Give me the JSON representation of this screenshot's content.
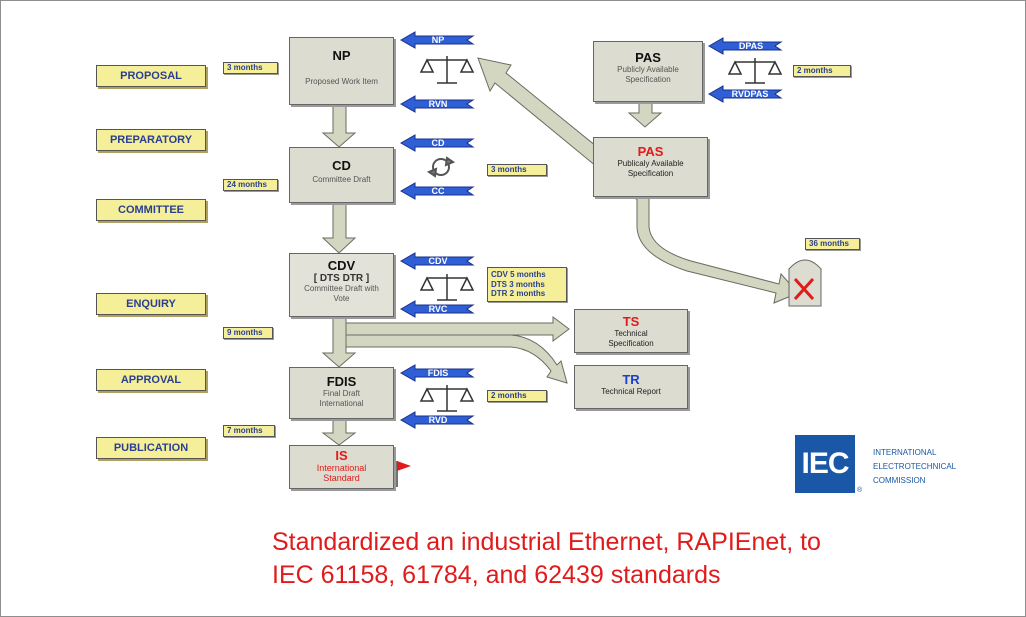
{
  "stages": [
    "PROPOSAL",
    "PREPARATORY",
    "COMMITTEE",
    "ENQUIRY",
    "APPROVAL",
    "PUBLICATION"
  ],
  "durations": {
    "np": "3 months",
    "cd_main": "24 months",
    "cd_side": "3 months",
    "cdv_lines": [
      "CDV 5 months",
      "DTS 3 months",
      "DTR 2 months"
    ],
    "enquiry": "9 months",
    "fdis": "2 months",
    "publication": "7 months",
    "pas": "2 months",
    "withdrawal": "36 months"
  },
  "boxes": {
    "np": {
      "title": "NP",
      "subtitle": "Proposed Work Item"
    },
    "cd": {
      "title": "CD",
      "subtitle": "Committee Draft"
    },
    "cdv": {
      "title": "CDV",
      "bracket": "[ DTS DTR ]",
      "subtitle": "Committee Draft  with Vote"
    },
    "fdis": {
      "title": "FDIS",
      "subtitle": "Final Draft International"
    },
    "is": {
      "title": "IS",
      "subtitle": "International Standard"
    },
    "pas_top": {
      "title": "PAS",
      "subtitle": "Publicly Available Specification"
    },
    "pas_bottom": {
      "title": "PAS",
      "subtitle": "Publicaly Available Specification"
    },
    "ts": {
      "title": "TS",
      "subtitle": "Technical Specification"
    },
    "tr": {
      "title": "TR",
      "subtitle": "Technical Report"
    }
  },
  "arrow_tags": {
    "np": "NP",
    "rvn": "RVN",
    "cd": "CD",
    "cc": "CC",
    "cdv": "CDV",
    "rvc": "RVC",
    "fdis": "FDIS",
    "rvd": "RVD",
    "dpas": "DPAS",
    "rvdpas": "RVDPAS"
  },
  "iec": {
    "logo": "IEC",
    "registered": "®",
    "lines": [
      "INTERNATIONAL",
      "ELECTROTECHNICAL",
      "COMMISSION"
    ]
  },
  "caption": {
    "line1": "Standardized an industrial Ethernet, RAPIEnet, to",
    "line2": "IEC 61158, 61784, and 62439 standards"
  },
  "colors": {
    "stage_fill": "#f6ef9a",
    "stage_text": "#2a3f8f",
    "box_fill": "#dcdcd0",
    "blue_arrow": "#2f5fd6",
    "red_title": "#e01b1b",
    "blue_title": "#1b3fcf",
    "flow_arrow": "#d3d7c2",
    "iec_blue": "#1a57a6",
    "caption": "#e01b1b"
  }
}
